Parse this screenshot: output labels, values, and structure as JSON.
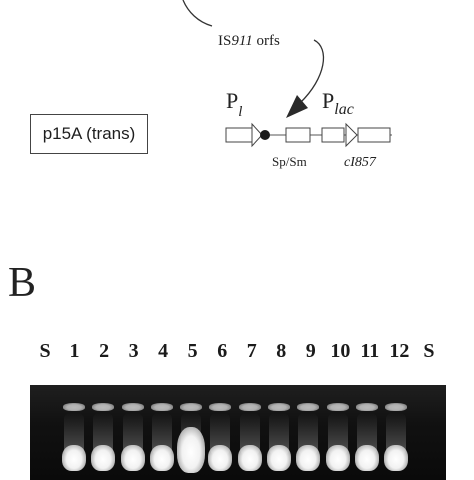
{
  "diagram": {
    "orfs_label_prefix": "IS",
    "orfs_label_num": "911",
    "orfs_label_suffix": " orfs",
    "promoter_left": "P",
    "promoter_left_sub": "l",
    "promoter_right": "P",
    "promoter_right_sub": "lac",
    "marker_label": "Sp/Sm",
    "gene_label": "cI857",
    "plasmid_label": "p15A (trans)"
  },
  "panel_b": {
    "letter": "B",
    "lanes": [
      "S",
      "1",
      "2",
      "3",
      "4",
      "5",
      "6",
      "7",
      "8",
      "9",
      "10",
      "11",
      "12",
      "S"
    ]
  },
  "colors": {
    "ink": "#1a1a1a",
    "gel_background": "#111111",
    "band": "#ffffff"
  }
}
